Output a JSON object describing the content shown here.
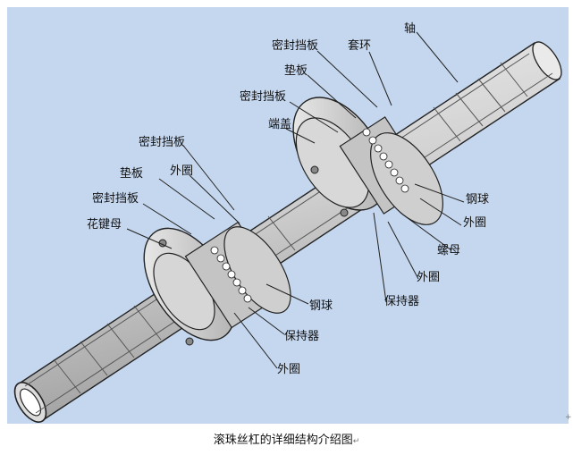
{
  "diagram": {
    "labels": {
      "shaft": "轴",
      "collar": "套环",
      "seal_top_right": "密封挡板",
      "spacer_top_right": "垫板",
      "seal_mid_right": "密封挡板",
      "end_cap": "端盖",
      "seal_left_upper": "密封挡板",
      "spacer_left": "垫板",
      "outer_ring_left_top": "外圈",
      "seal_left_lower": "密封挡板",
      "spline_nut": "花键母",
      "steel_ball_right": "钢球",
      "outer_ring_right_1": "外圈",
      "nut": "螺母",
      "outer_ring_right_2": "外圈",
      "retainer_right": "保持器",
      "steel_ball_left": "钢球",
      "retainer_left": "保持器",
      "outer_ring_bottom": "外圈"
    }
  },
  "caption": {
    "text": "滚珠丝杠的详细结构介绍图",
    "mark": "↵"
  },
  "end_mark": "+"
}
